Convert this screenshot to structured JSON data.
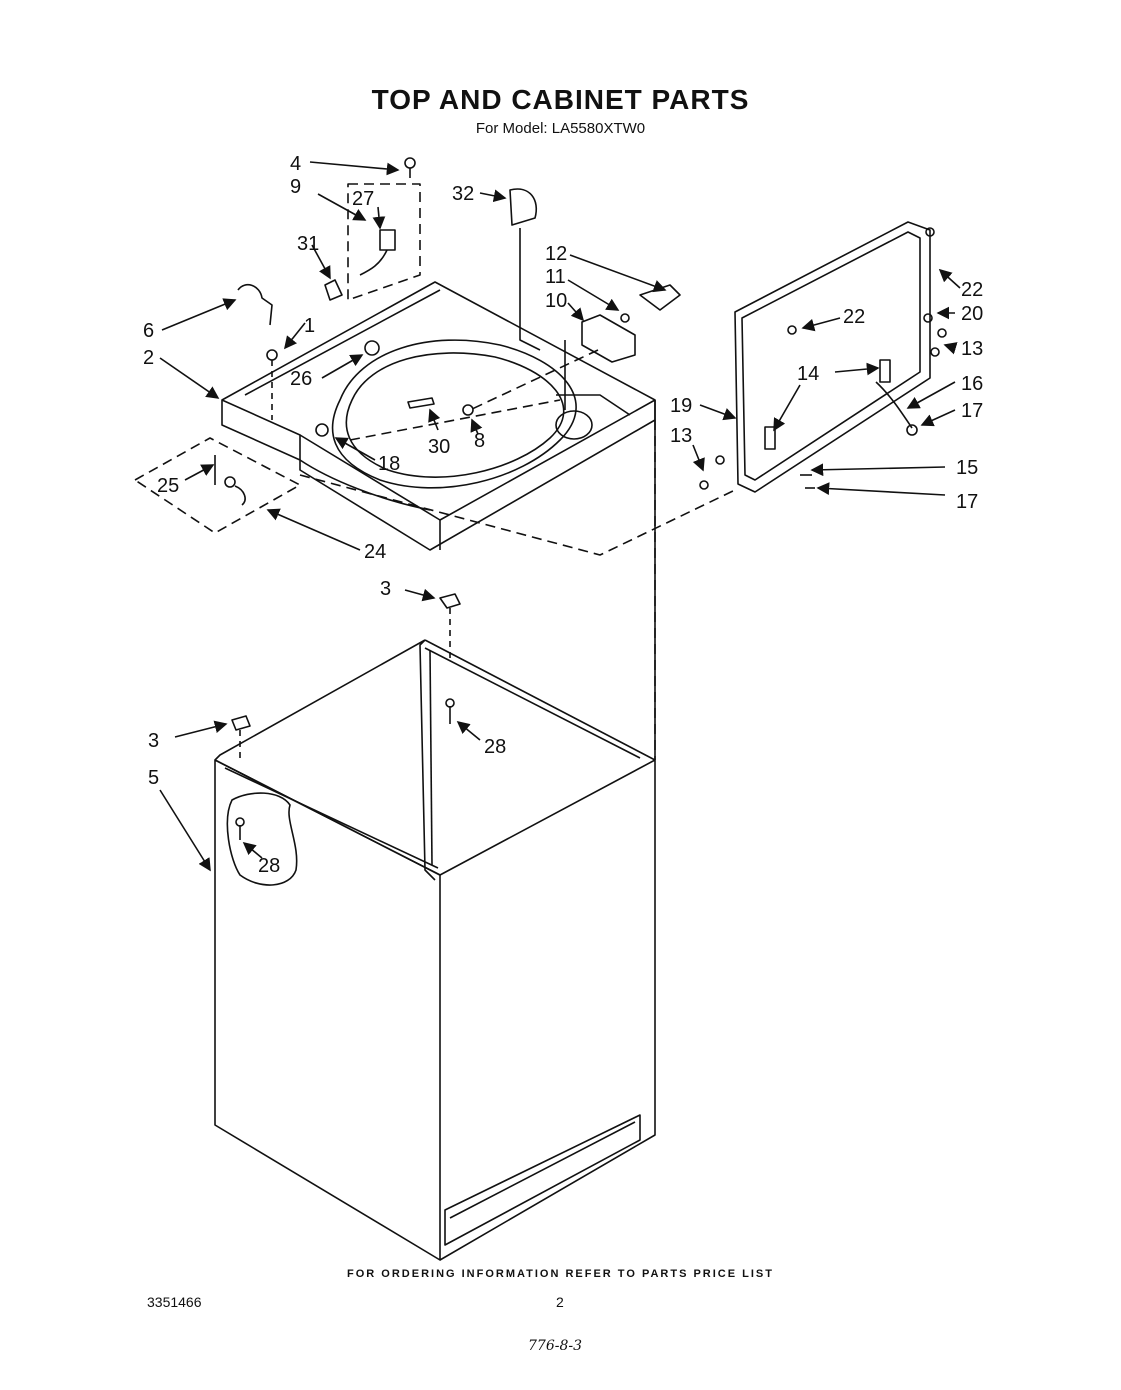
{
  "title": "TOP AND CABINET PARTS",
  "subtitle": "For Model: LA5580XTW0",
  "footer_note": "FOR ORDERING INFORMATION REFER TO PARTS PRICE LIST",
  "doc_number": "3351466",
  "page_number": "2",
  "handwritten_note": "776-8-3",
  "callouts": {
    "c4": "4",
    "c9": "9",
    "c27": "27",
    "c32": "32",
    "c31": "31",
    "c12": "12",
    "c11": "11",
    "c10": "10",
    "c6": "6",
    "c1": "1",
    "c2": "2",
    "c26": "26",
    "c30": "30",
    "c8": "8",
    "c18": "18",
    "c25": "25",
    "c24": "24",
    "c22a": "22",
    "c22b": "22",
    "c20": "20",
    "c13a": "13",
    "c14": "14",
    "c16": "16",
    "c19": "19",
    "c17a": "17",
    "c13b": "13",
    "c15": "15",
    "c17b": "17",
    "c3a": "3",
    "c3b": "3",
    "c28a": "28",
    "c5": "5",
    "c28b": "28"
  }
}
